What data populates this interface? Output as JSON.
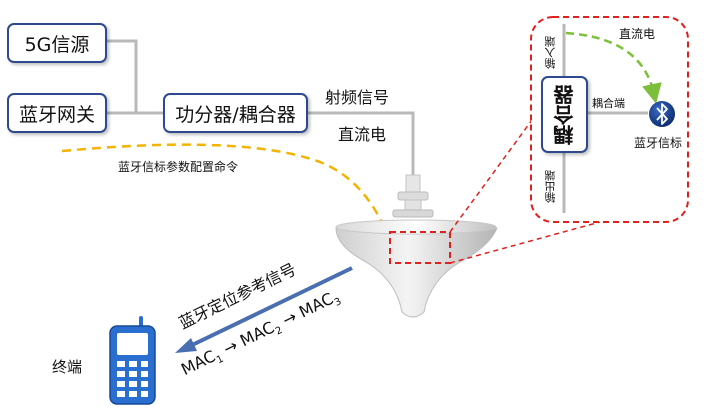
{
  "boxes": {
    "source_5g": "5G信源",
    "bt_gateway": "蓝牙网关",
    "splitter": "功分器/耦合器",
    "coupler_vertical": "耦合器"
  },
  "labels": {
    "rf_signal": "射频信号",
    "dc_power": "直流电",
    "config_cmd": "蓝牙信标参数配置命令",
    "dc_power_inset": "直流电",
    "input_port": "输入端",
    "output_port": "输出端",
    "coupling_port": "耦合端",
    "bt_beacon": "蓝牙信标",
    "positioning_signal": "蓝牙定位参考信号",
    "terminal": "终端"
  },
  "mac_sequence": [
    {
      "base": "MAC",
      "sub": "1"
    },
    {
      "base": "MAC",
      "sub": "2"
    },
    {
      "base": "MAC",
      "sub": "3"
    }
  ],
  "arrow_glyph": "→",
  "icons": [
    "bluetooth-icon",
    "mobile-phone-icon",
    "ceiling-antenna-icon"
  ],
  "colors": {
    "box_border": "#2e4a8e",
    "wire": "#b9b9b9",
    "config_dash": "#f2b400",
    "dc_dash": "#7dbf3a",
    "highlight": "#e0201b",
    "signal_arrow": "#4a6fb0",
    "phone_blue": "#2a6fd0"
  }
}
